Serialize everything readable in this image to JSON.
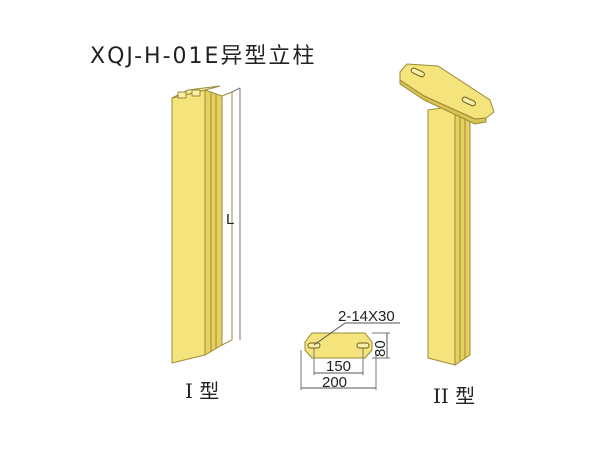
{
  "title": "XQJ-H-01E异型立柱",
  "type1": {
    "label": "I 型",
    "length_label": "L"
  },
  "type2": {
    "label": "II 型"
  },
  "base_plate": {
    "hole_spec": "2-14X30",
    "hole_spacing": "150",
    "width": "200",
    "depth": "80"
  },
  "colors": {
    "body": "#F3E27A",
    "light": "#F9EFA6",
    "dark": "#D9C24E",
    "edge": "#8A7A2A"
  }
}
